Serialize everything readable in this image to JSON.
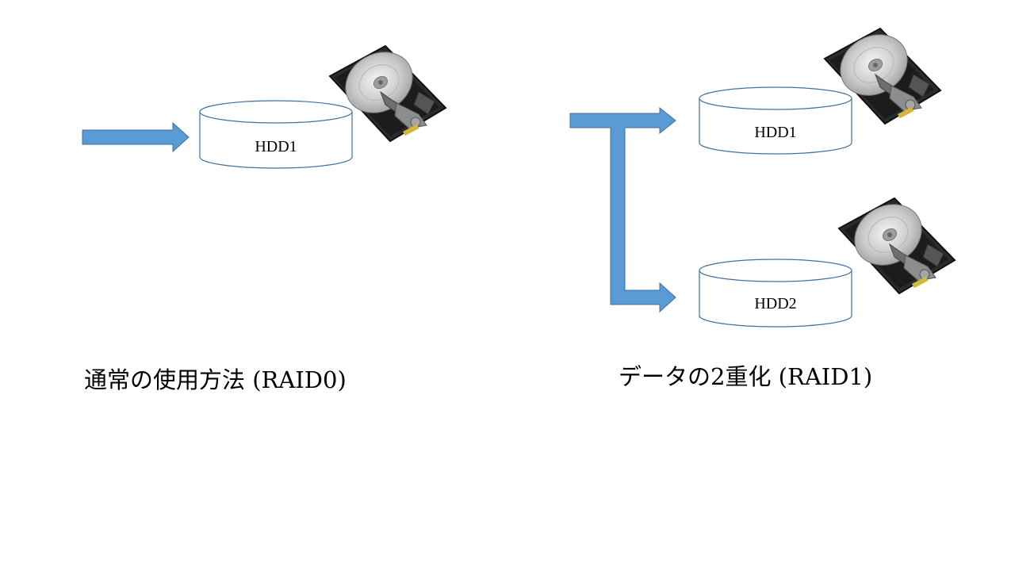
{
  "raid0": {
    "caption": "通常の使用方法 (RAID0)",
    "disk_label": "HDD1"
  },
  "raid1": {
    "caption": "データの2重化 (RAID1)",
    "disk1_label": "HDD1",
    "disk2_label": "HDD2"
  },
  "colors": {
    "arrow_fill": "#5b9bd5",
    "arrow_stroke": "#41719c",
    "cylinder_stroke": "#41719c"
  },
  "icons": [
    "hard-drive-icon"
  ]
}
